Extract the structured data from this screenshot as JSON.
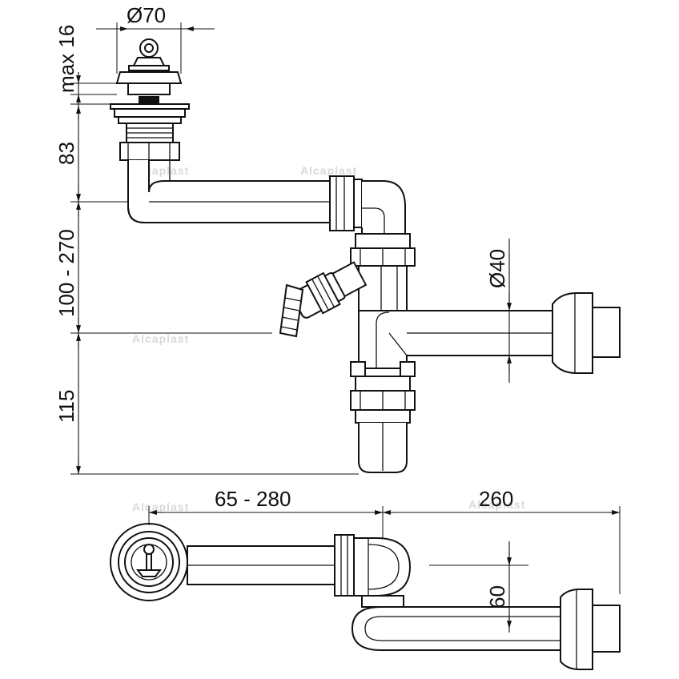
{
  "dimensions": {
    "diameter_top": "Ø70",
    "max_height": "max 16",
    "strainer_height": "83",
    "adjustable_height": "100 - 270",
    "trap_depth": "115",
    "outlet_diameter": "Ø40",
    "horizontal_span": "65 - 280",
    "outlet_length": "260",
    "offset": "60"
  },
  "watermark": "Alcaplast"
}
